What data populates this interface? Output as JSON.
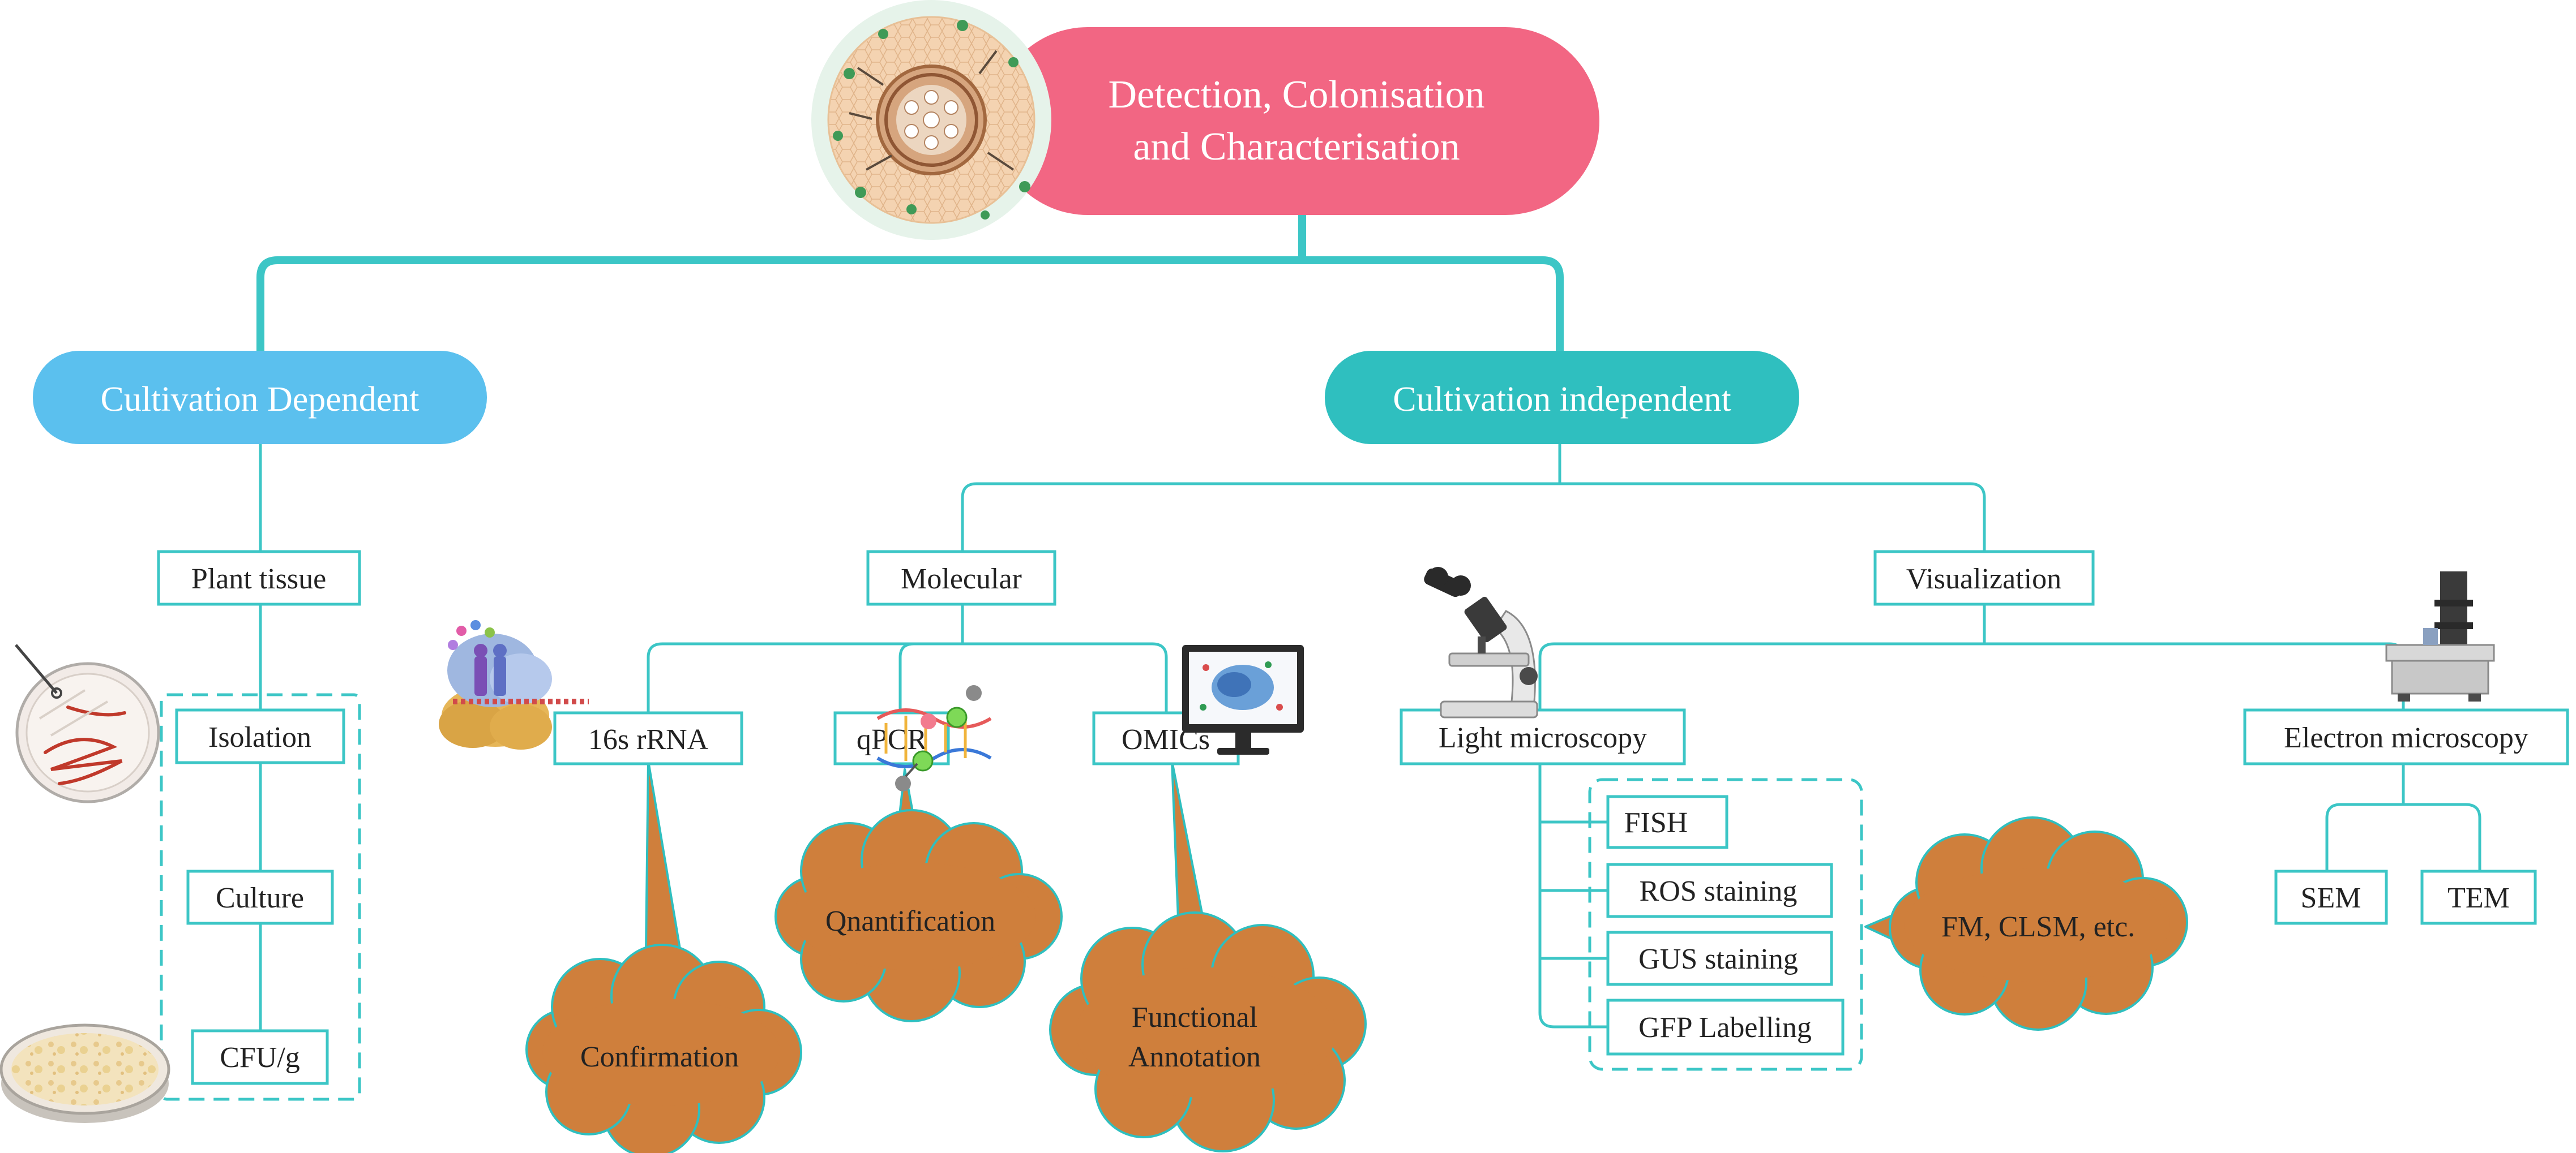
{
  "title": {
    "line1": "Detection, Colonisation",
    "line2": "and Characterisation"
  },
  "branches": {
    "dependent": {
      "label": "Cultivation Dependent"
    },
    "independent": {
      "label": "Cultivation independent"
    }
  },
  "nodes": {
    "plant_tissue": "Plant tissue",
    "isolation": "Isolation",
    "culture": "Culture",
    "cfu": "CFU/g",
    "molecular": "Molecular",
    "visualization": "Visualization",
    "rrna": "16s rRNA",
    "qpcr": "qPCR",
    "omics": "OMICs",
    "light": "Light microscopy",
    "electron": "Electron microscopy",
    "fish": "FISH",
    "ros": "ROS staining",
    "gus": "GUS staining",
    "gfp": "GFP Labelling",
    "sem": "SEM",
    "tem": "TEM"
  },
  "clouds": {
    "confirmation": {
      "line1": "Confirmation"
    },
    "quantification": {
      "line1": "Qnantification"
    },
    "functional": {
      "line1": "Functional",
      "line2": "Annotation"
    },
    "fm": {
      "line1": "FM, CLSM, etc."
    }
  },
  "colors": {
    "title_pill": "#f26683",
    "dependent_pill": "#5bc0ee",
    "independent_pill": "#2fbfbf",
    "connector": "#3cc6c6",
    "cloud_fill": "#cf7f3c",
    "cloud_stroke": "#2fbfbf",
    "box_stroke": "#3cc6c6"
  },
  "icons": {
    "root_cross_section": "root-cross-section-icon",
    "petri_streak": "petri-dish-streak-icon",
    "petri_colonies": "petri-dish-colonies-icon",
    "ribosome": "ribosome-icon",
    "dna": "dna-helix-icon",
    "monitor": "monitor-icon",
    "light_microscope": "light-microscope-icon",
    "electron_microscope": "electron-microscope-icon"
  }
}
